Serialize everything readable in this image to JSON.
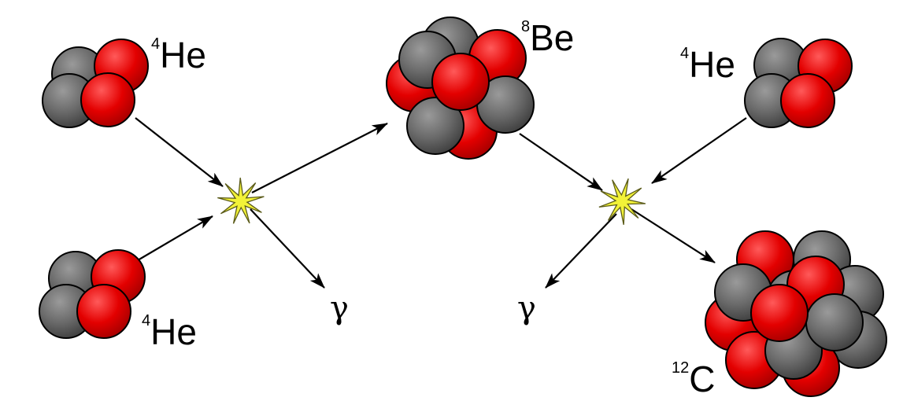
{
  "diagram": {
    "nuclei": {
      "he4_top_left": {
        "mass": "4",
        "symbol": "He"
      },
      "he4_bottom_left": {
        "mass": "4",
        "symbol": "He"
      },
      "be8": {
        "mass": "8",
        "symbol": "Be"
      },
      "he4_right": {
        "mass": "4",
        "symbol": "He"
      },
      "c12": {
        "mass": "12",
        "symbol": "C"
      }
    },
    "gamma_left": "γ",
    "gamma_right": "γ",
    "colors": {
      "proton": "#e00000",
      "neutron": "#6a6a6a",
      "flash": "#f2f238",
      "arrow": "#000000"
    }
  }
}
